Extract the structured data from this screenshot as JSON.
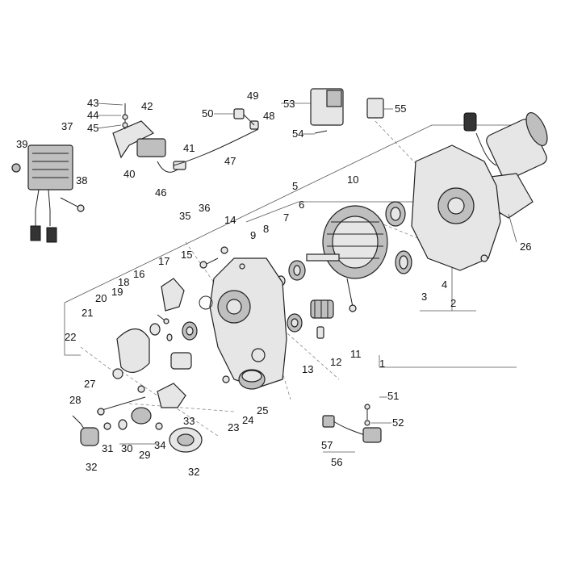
{
  "diagram": {
    "callouts": [
      "1",
      "2",
      "3",
      "4",
      "5",
      "6",
      "7",
      "8",
      "9",
      "10",
      "11",
      "12",
      "13",
      "14",
      "15",
      "16",
      "17",
      "18",
      "19",
      "20",
      "21",
      "22",
      "23",
      "24",
      "25",
      "26",
      "27",
      "28",
      "29",
      "30",
      "31",
      "32",
      "32",
      "33",
      "34",
      "35",
      "36",
      "37",
      "38",
      "39",
      "40",
      "41",
      "42",
      "43",
      "44",
      "45",
      "46",
      "47",
      "48",
      "49",
      "50",
      "51",
      "52",
      "53",
      "54",
      "55",
      "56",
      "57"
    ]
  }
}
